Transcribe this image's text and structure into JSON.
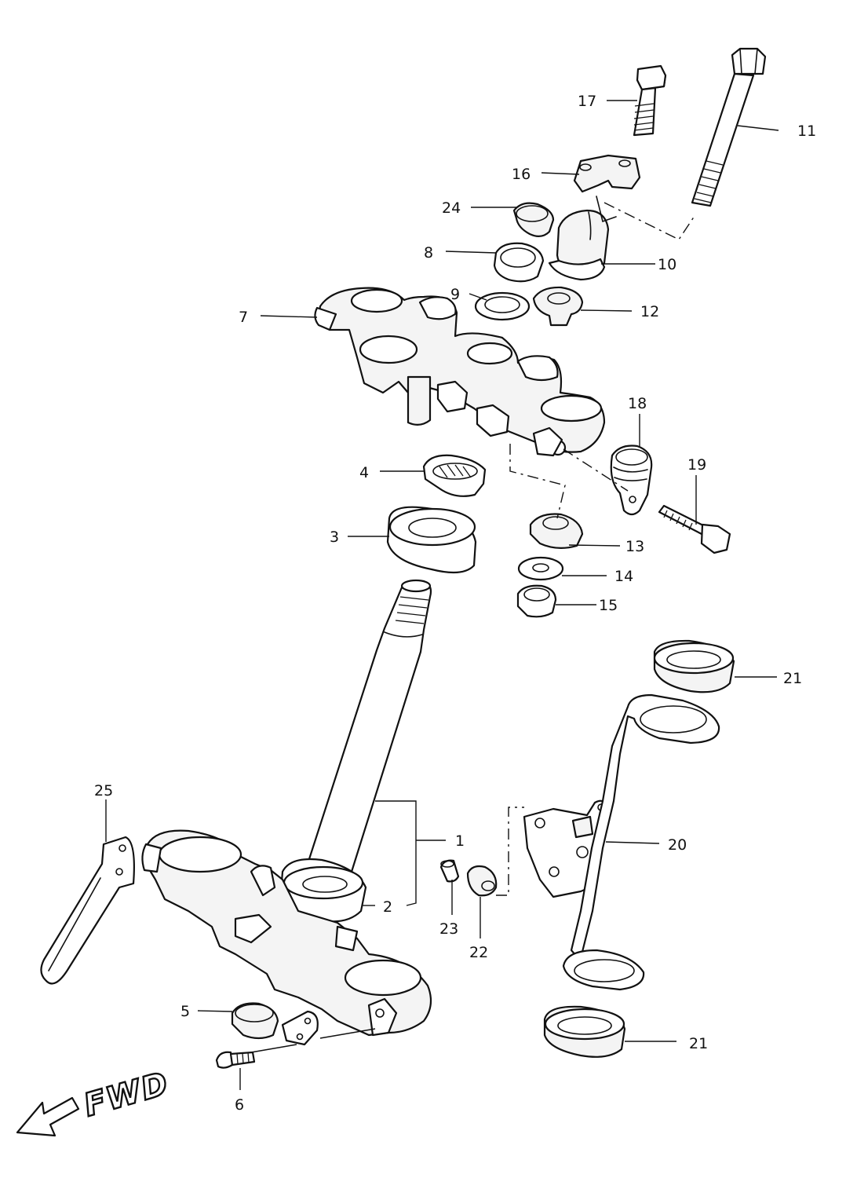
{
  "callouts": [
    {
      "id": "c1",
      "text": "1"
    },
    {
      "id": "c2",
      "text": "2"
    },
    {
      "id": "c3",
      "text": "3"
    },
    {
      "id": "c4",
      "text": "4"
    },
    {
      "id": "c5",
      "text": "5"
    },
    {
      "id": "c6",
      "text": "6"
    },
    {
      "id": "c7",
      "text": "7"
    },
    {
      "id": "c8",
      "text": "8"
    },
    {
      "id": "c9",
      "text": "9"
    },
    {
      "id": "c10",
      "text": "10"
    },
    {
      "id": "c11",
      "text": "11"
    },
    {
      "id": "c12",
      "text": "12"
    },
    {
      "id": "c13",
      "text": "13"
    },
    {
      "id": "c14",
      "text": "14"
    },
    {
      "id": "c15",
      "text": "15"
    },
    {
      "id": "c16",
      "text": "16"
    },
    {
      "id": "c17",
      "text": "17"
    },
    {
      "id": "c18",
      "text": "18"
    },
    {
      "id": "c19",
      "text": "19"
    },
    {
      "id": "c20",
      "text": "20"
    },
    {
      "id": "c21a",
      "text": "21"
    },
    {
      "id": "c21b",
      "text": "21"
    },
    {
      "id": "c22",
      "text": "22"
    },
    {
      "id": "c23",
      "text": "23"
    },
    {
      "id": "c24",
      "text": "24"
    },
    {
      "id": "c25",
      "text": "25"
    }
  ],
  "direction_indicator": {
    "label": "FWD"
  },
  "colors": {
    "ink": "#111111",
    "paper": "#ffffff"
  }
}
